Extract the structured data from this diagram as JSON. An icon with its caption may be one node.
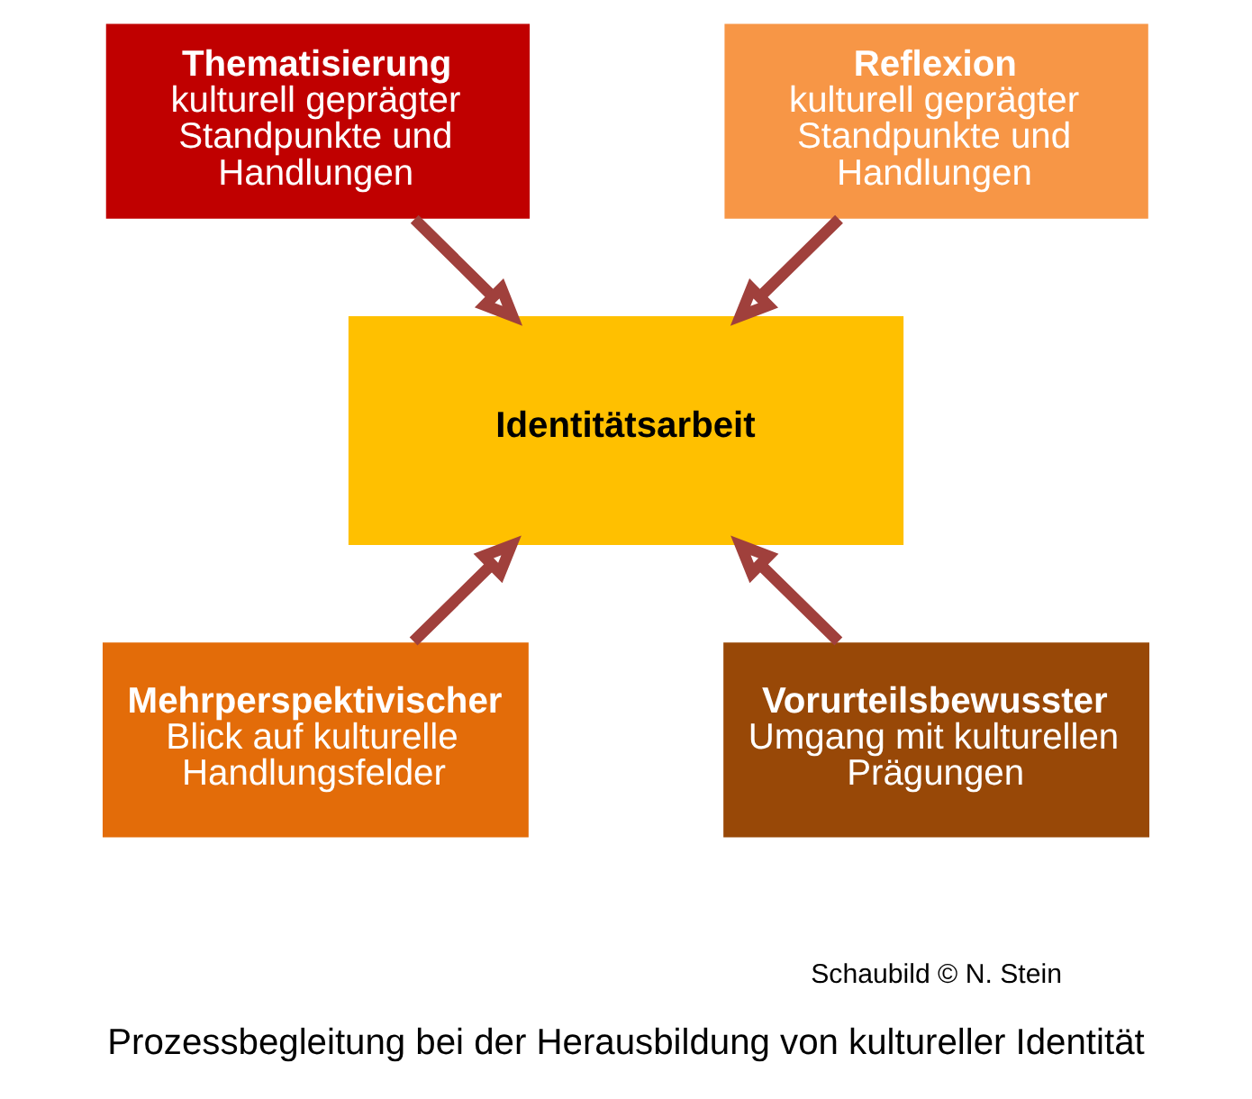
{
  "diagram": {
    "caption": "Prozessbegleitung bei der Herausbildung von kultureller Identität",
    "nodes": [
      {
        "text": [
          "Thematisierung",
          "kulturell geprägter Standpunkte und Handlungen"
        ]
      },
      {
        "text": [
          "Reflexion",
          "kulturell geprägter Standpunkte und Handlungen"
        ]
      },
      {
        "text": [
          "Identitätsarbeit"
        ]
      },
      {
        "text": [
          "Mehrperspektivischer",
          "Blick auf kulturelle Handlungsfelder"
        ]
      },
      {
        "text": [
          "Vorurteilsbewusster",
          "Umgang mit kulturellen Prägungen"
        ]
      }
    ],
    "edges": [
      {
        "from": 0,
        "to": 2,
        "arrow": "to"
      },
      {
        "from": 1,
        "to": 2,
        "arrow": "to"
      },
      {
        "from": 3,
        "to": 2,
        "arrow": "to"
      },
      {
        "from": 4,
        "to": 2,
        "arrow": "to"
      }
    ],
    "labels": [
      "Schaubild © N. Stein"
    ]
  }
}
